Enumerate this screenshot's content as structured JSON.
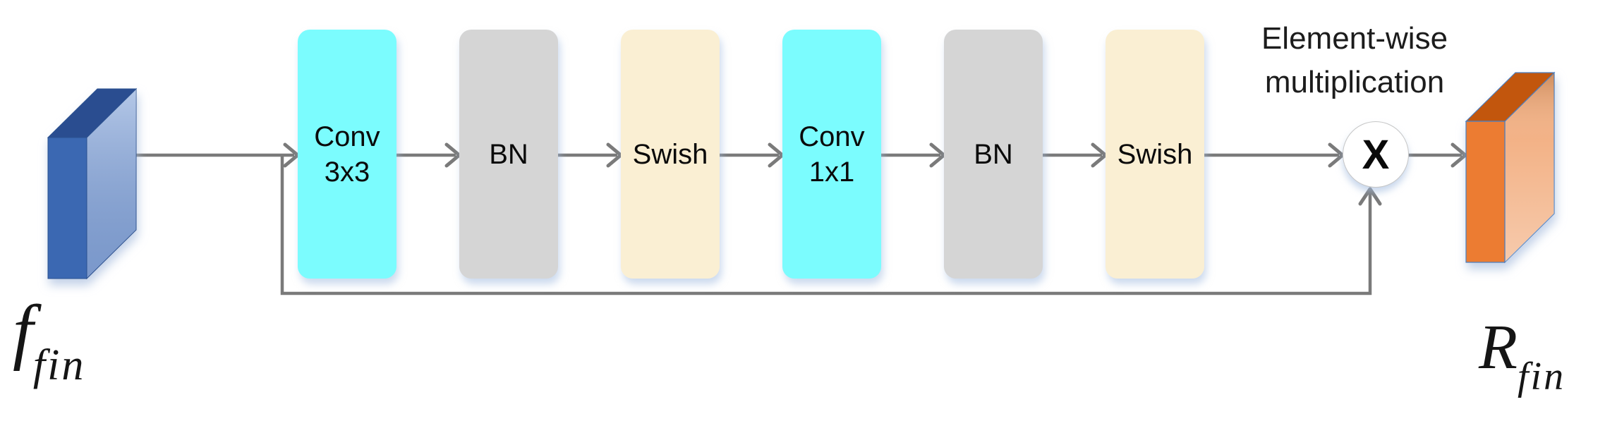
{
  "blocks": [
    {
      "line1": "Conv",
      "line2": "3x3"
    },
    {
      "line1": "BN",
      "line2": ""
    },
    {
      "line1": "Swish",
      "line2": ""
    },
    {
      "line1": "Conv",
      "line2": "1x1"
    },
    {
      "line1": "BN",
      "line2": ""
    },
    {
      "line1": "Swish",
      "line2": ""
    }
  ],
  "multiply": {
    "symbol": "X",
    "annotation_line1": "Element-wise",
    "annotation_line2": "multiplication"
  },
  "input_tensor": {
    "symbol": "f",
    "subscript": "fin"
  },
  "output_tensor": {
    "symbol": "R",
    "subscript": "fin"
  },
  "colors": {
    "arrow": "#7a7a7a",
    "conv_fill": "#7bfcfe",
    "bn_fill": "#d5d5d5",
    "activation_fill": "#faefd3",
    "input_front": "#3a67b2",
    "input_top": "#2a4e90",
    "input_side": "#8caadb",
    "output_front": "#ec7c30",
    "output_top": "#c2570e",
    "output_side": "#f2ae80",
    "multiply_border": "#c6c6c6"
  }
}
